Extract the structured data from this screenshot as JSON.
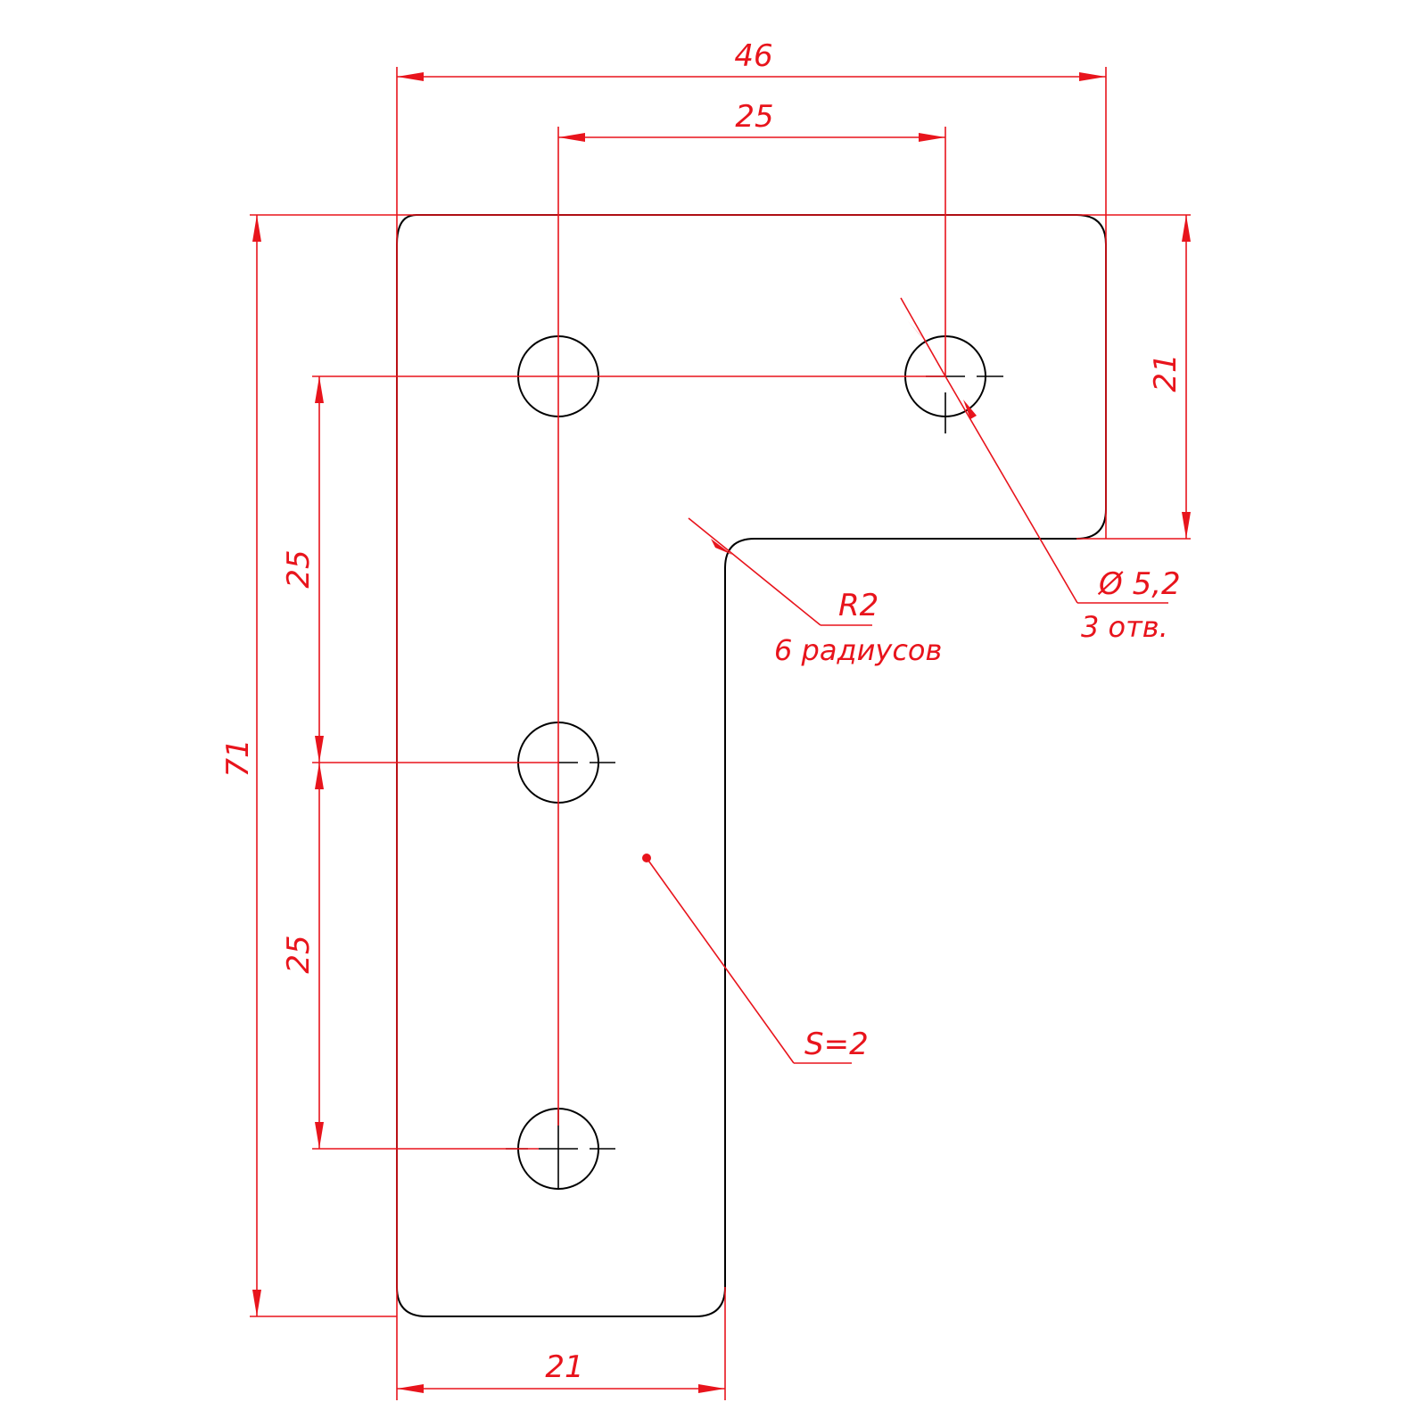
{
  "drawing": {
    "colors": {
      "part": "#000000",
      "dimension": "#e8141c",
      "background": "#ffffff"
    },
    "dimensions": {
      "overall_width": "46",
      "hole_spacing_horizontal": "25",
      "overall_height": "71",
      "hole_spacing_vertical_upper": "25",
      "hole_spacing_vertical_lower": "25",
      "upper_arm_height": "21",
      "leg_width": "21"
    },
    "notes": {
      "hole_diameter": "Ø 5,2",
      "hole_count": "3 отв.",
      "radius": "R2",
      "radius_count": "6 радиусов",
      "thickness": "S=2"
    }
  }
}
